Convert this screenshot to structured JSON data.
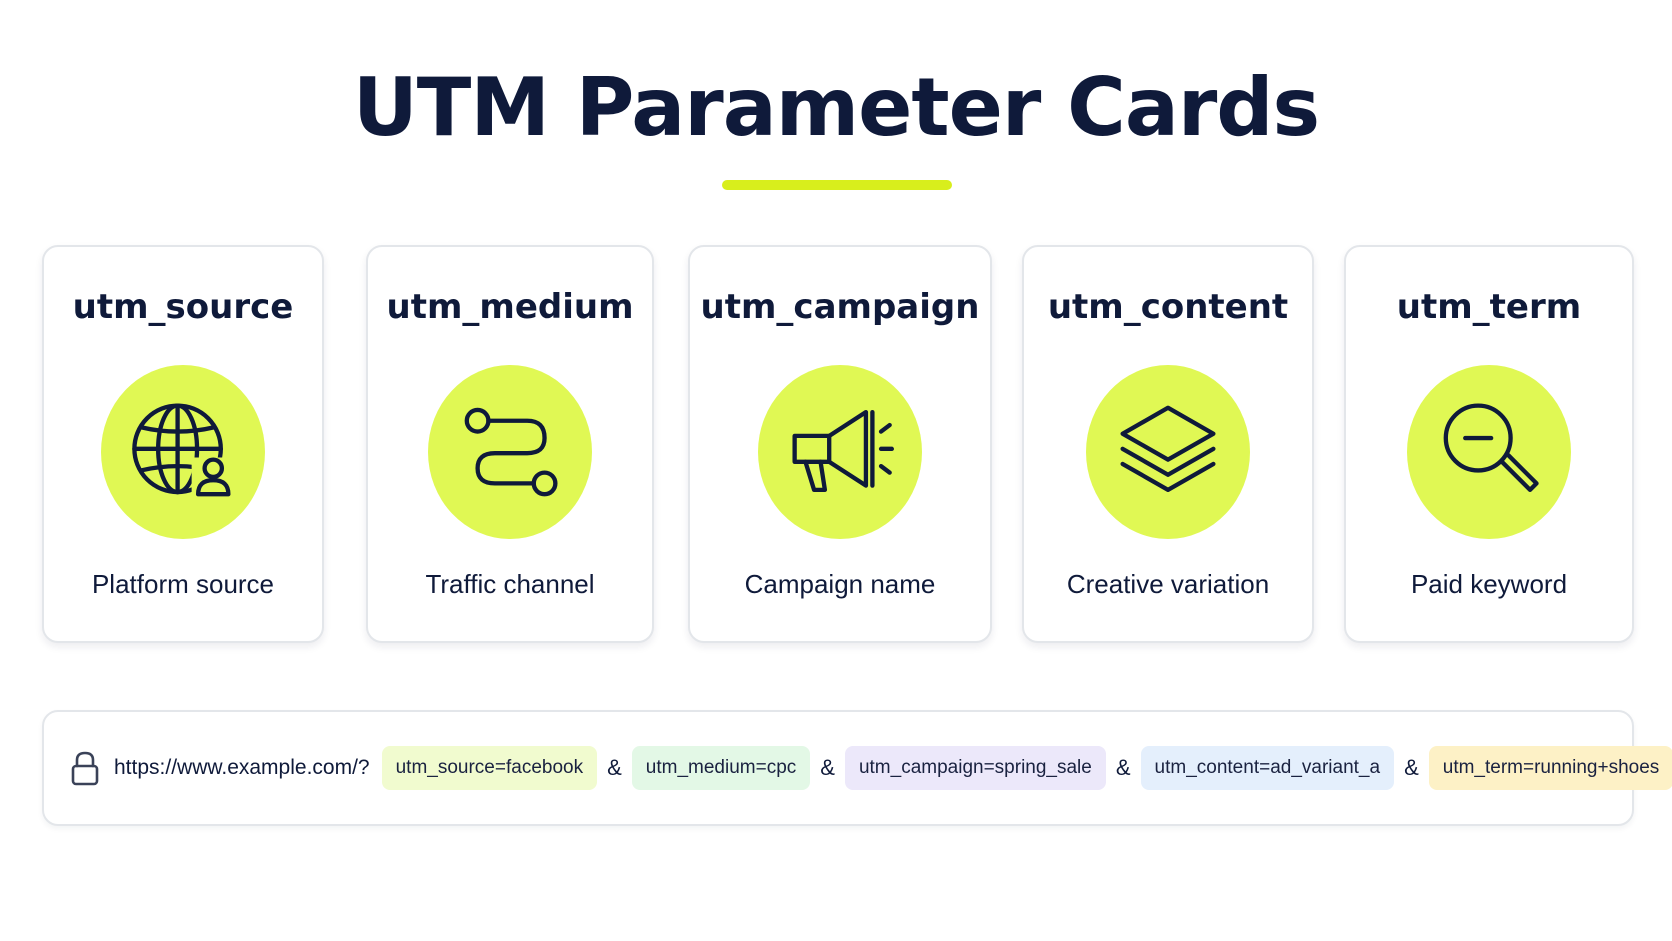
{
  "title": "UTM Parameter Cards",
  "accent_color": "#d8ee1c",
  "icon_circle_color": "#e0f854",
  "cards": [
    {
      "name": "utm_source",
      "icon": "globe-user-icon",
      "description": "Platform source"
    },
    {
      "name": "utm_medium",
      "icon": "route-path-icon",
      "description": "Traffic channel"
    },
    {
      "name": "utm_campaign",
      "icon": "megaphone-icon",
      "description": "Campaign name"
    },
    {
      "name": "utm_content",
      "icon": "layers-icon",
      "description": "Creative variation"
    },
    {
      "name": "utm_term",
      "icon": "search-minus-icon",
      "description": "Paid keyword"
    }
  ],
  "url_bar": {
    "icon": "lock-icon",
    "base_url": "https://www.example.com/?",
    "separator": "&",
    "params": [
      {
        "text": "utm_source=facebook",
        "color": "#f1fbcf"
      },
      {
        "text": "utm_medium=cpc",
        "color": "#e3f8e6"
      },
      {
        "text": "utm_campaign=spring_sale",
        "color": "#ece8fa"
      },
      {
        "text": "utm_content=ad_variant_a",
        "color": "#e4effc"
      },
      {
        "text": "utm_term=running+shoes",
        "color": "#fdf1c6"
      }
    ]
  }
}
